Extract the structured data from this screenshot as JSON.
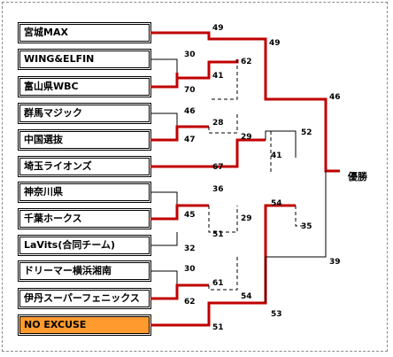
{
  "teams": [
    {
      "name": "宮城MAX"
    },
    {
      "name": "WING&ELFIN"
    },
    {
      "name": "富山県WBC"
    },
    {
      "name": "群馬マジック"
    },
    {
      "name": "中国選抜"
    },
    {
      "name": "埼玉ライオンズ"
    },
    {
      "name": "神奈川県"
    },
    {
      "name": "千葉ホークス"
    },
    {
      "name": "LaVits(合同チーム)"
    },
    {
      "name": "ドリーマー横浜湘南"
    },
    {
      "name": "伊丹スーパーフェニックス"
    },
    {
      "name": "NO EXCUSE"
    }
  ],
  "scores": {
    "s49a": "49",
    "s30a": "30",
    "s70": "70",
    "s62a": "62",
    "s41a": "41",
    "s49b": "49",
    "s46a": "46",
    "s28": "28",
    "s47": "47",
    "s29a": "29",
    "s67": "67",
    "s41b": "41",
    "s52": "52",
    "s46b": "46",
    "s36": "36",
    "s45": "45",
    "s51a": "51",
    "s32": "32",
    "s29b": "29",
    "s54a": "54",
    "s35": "35",
    "s30b": "30",
    "s61": "61",
    "s62b": "62",
    "s54b": "54",
    "s53": "53",
    "s51b": "51",
    "s39": "39"
  },
  "winner_label": "優勝",
  "colors": {
    "win_line": "#c00000",
    "normal_line": "#000000",
    "highlight": "#ff9a2e"
  }
}
